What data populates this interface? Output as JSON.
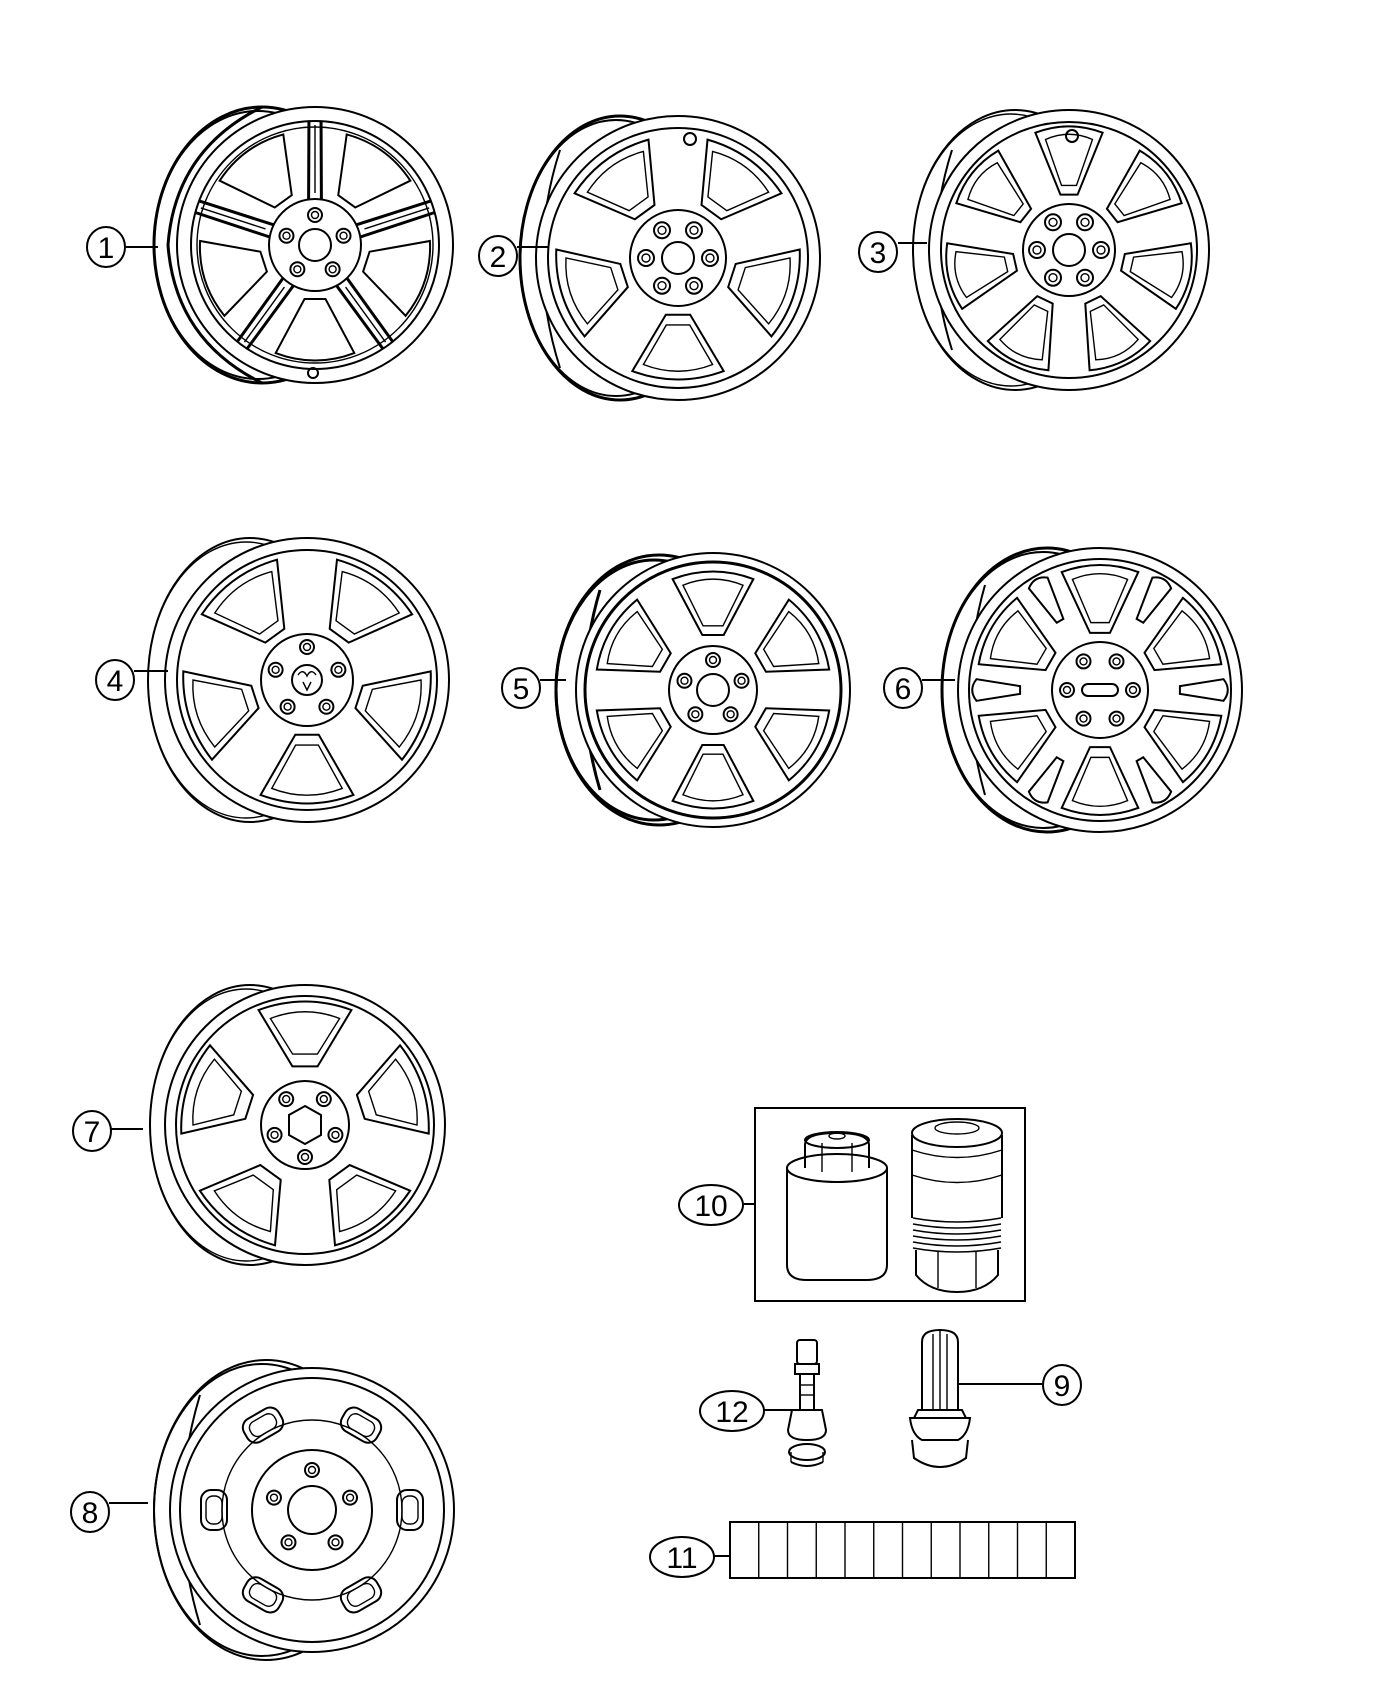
{
  "diagram": {
    "callouts": {
      "c1": "1",
      "c2": "2",
      "c3": "3",
      "c4": "4",
      "c5": "5",
      "c6": "6",
      "c7": "7",
      "c8": "8",
      "c9": "9",
      "c10": "10",
      "c11": "11",
      "c12": "12"
    },
    "weight_segments": 12
  }
}
